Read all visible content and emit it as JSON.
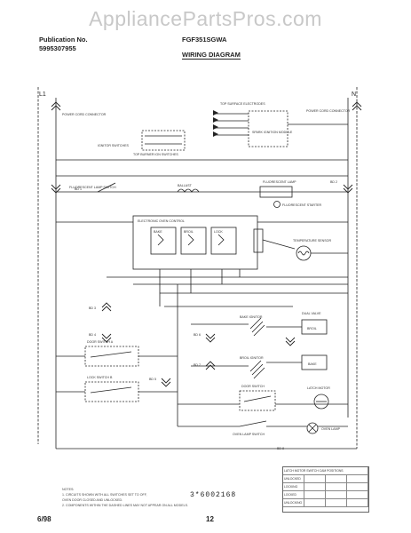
{
  "watermark": "AppliancePartsPros.com",
  "header": {
    "publication_label": "Publication No.",
    "publication_no": "5995307955",
    "model": "FGF351SGWA",
    "section_title": "WIRING DIAGRAM"
  },
  "diagram": {
    "line_labels": {
      "l1": "L1",
      "n": "N"
    },
    "component_labels": {
      "power_cord_left": "POWER CORD CONNECTOR",
      "power_cord_right": "POWER CORD CONNECTOR",
      "ignitor_switches": "IGNITOR SWITCHES",
      "top_burner_switches": "TOP BURNER IGN SWITCHES",
      "spark_module": "SPARK IGNITION MODULE",
      "top_surface_electrodes": "TOP SURFACE ELECTRODES",
      "fluorescent_lamp_switch": "FLUORESCENT LAMP SWITCH",
      "fluorescent_lamp": "FLUORESCENT LAMP",
      "fluorescent_starter": "FLUORESCENT STARTER",
      "ballast": "BALLAST",
      "control_box_title": "ELECTRONIC OVEN CONTROL",
      "relay_bake": "BAKE",
      "relay_broil": "BROIL",
      "relay_lock": "LOCK",
      "temp_sensor": "TEMPERATURE SENSOR",
      "bake_ignitor": "BAKE IGNITOR",
      "broil_ignitor": "BROIL IGNITOR",
      "dual_valve": "DUAL VALVE",
      "broil_valve": "BROIL",
      "bake_valve": "BAKE",
      "door_switch_a": "DOOR SWITCH A",
      "door_switch_b": "LOCK SWITCH B",
      "door_switch": "DOOR SWITCH",
      "oven_lamp_switch": "OVEN LAMP SWITCH",
      "oven_lamp": "OVEN LAMP",
      "latch_motor": "LATCH MOTOR"
    },
    "connector_labels": [
      "BD 1",
      "BD 2",
      "BD 3",
      "BD 4",
      "BD 5",
      "BD 6",
      "BD 7",
      "BD 8"
    ]
  },
  "notes": {
    "title": "NOTES:",
    "lines": [
      "1. CIRCUITS SHOWN WITH ALL SWITCHES SET TO OFF,",
      "   OVEN DOOR CLOSED AND UNLOCKED.",
      "2. COMPONENTS WITHIN THE DASHED LINES MAY NOT APPEAR ON ALL MODELS."
    ]
  },
  "switch_table": {
    "title": "LATCH MOTOR SWITCH CAM POSITIONS",
    "rows": [
      [
        "UNLOCKED",
        "",
        "",
        ""
      ],
      [
        "LOCKING",
        "",
        "",
        ""
      ],
      [
        "LOCKED",
        "",
        "",
        ""
      ],
      [
        "UNLOCKING",
        "",
        "",
        ""
      ]
    ]
  },
  "document_number": "3*6002168",
  "footer": {
    "date": "6/98",
    "page": "12"
  }
}
